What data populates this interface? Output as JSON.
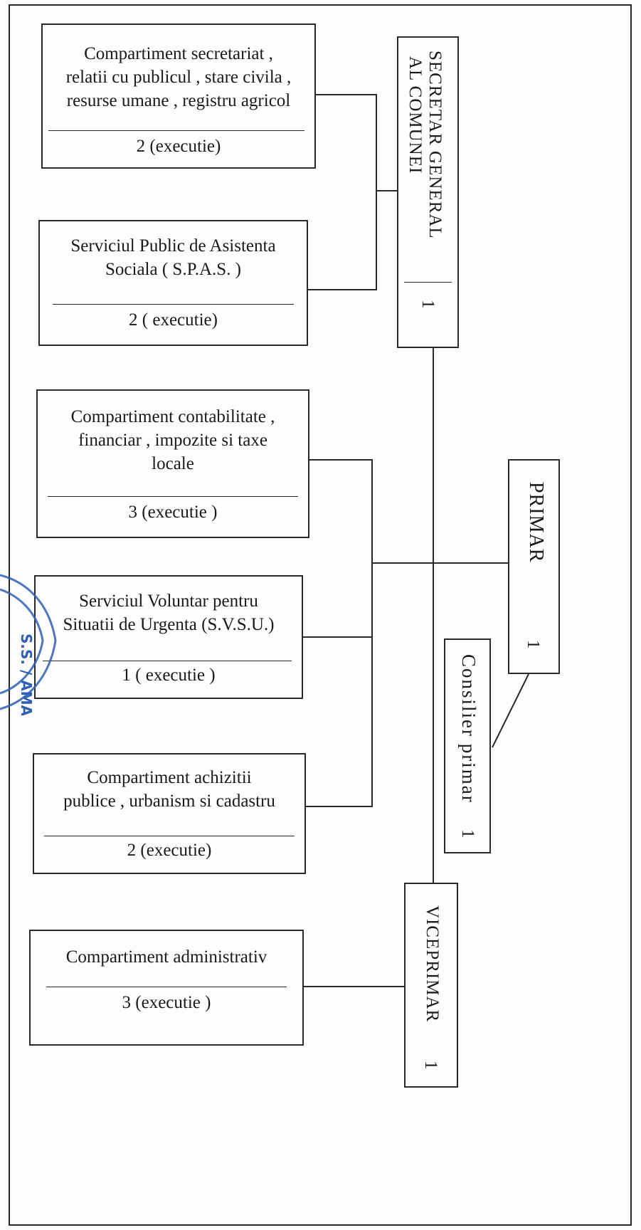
{
  "chart": {
    "leaders": {
      "secretar": {
        "title_line1": "SECRETAR GENERAL",
        "title_line2": "AL COMUNEI",
        "count": "1"
      },
      "primar": {
        "title": "PRIMAR",
        "count": "1"
      },
      "consilier": {
        "title": "Consilier primar",
        "count": "1"
      },
      "viceprimar": {
        "title": "VICEPRIMAR",
        "count": "1"
      }
    },
    "units": [
      {
        "lines": [
          "Compartiment secretariat ,",
          "relatii cu publicul , stare civila ,",
          "resurse umane , registru agricol"
        ],
        "count": "2 (executie)"
      },
      {
        "lines": [
          "Serviciul Public de Asistenta",
          "Sociala ( S.P.A.S. )"
        ],
        "count": "2 ( executie)"
      },
      {
        "lines": [
          "Compartiment contabilitate ,",
          "financiar , impozite si taxe",
          "locale"
        ],
        "count": "3 (executie )"
      },
      {
        "lines": [
          "Serviciul Voluntar pentru",
          "Situatii de Urgenta (S.V.S.U.)"
        ],
        "count": "1 ( executie )"
      },
      {
        "lines": [
          "Compartiment achizitii",
          "publice , urbanism si cadastru"
        ],
        "count": "2 (executie)"
      },
      {
        "lines": [
          "Compartiment administrativ"
        ],
        "count": "3 (executie )"
      }
    ]
  },
  "stamp": {
    "color": "#2f5fb3",
    "visible_text": "S.S. / AMA"
  }
}
